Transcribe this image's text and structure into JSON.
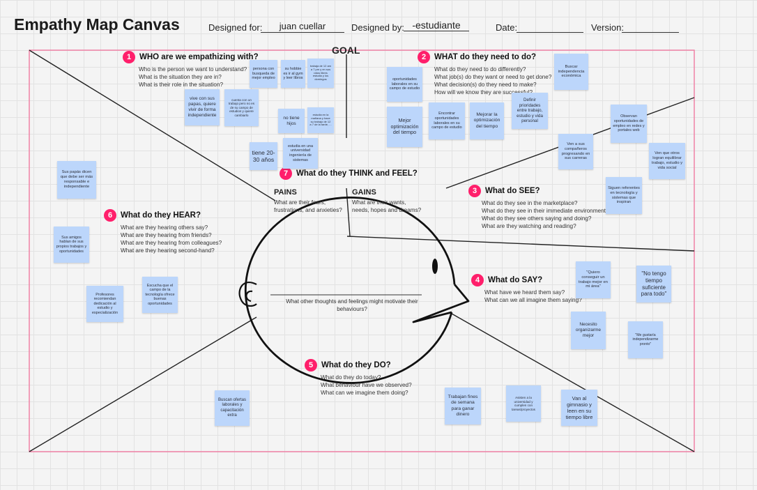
{
  "header": {
    "title": "Empathy Map Canvas",
    "designed_for_label": "Designed for:",
    "designed_for_value": "juan cuellar",
    "designed_by_label": "Designed by:",
    "designed_by_value": "-estudiante",
    "date_label": "Date:",
    "version_label": "Version:"
  },
  "goal_label": "GOAL",
  "sections": {
    "who": {
      "number": "1",
      "title": "WHO are we empathizing with?",
      "questions": [
        "Who is the person we want to understand?",
        "What is the situation they are in?",
        "What is their role in the situation?"
      ]
    },
    "need": {
      "number": "2",
      "title": "WHAT do they need to do?",
      "questions": [
        "What do they need to do differently?",
        "What job(s) do they want or need to get done?",
        "What decision(s) do they need to make?",
        "How will we know they are successful?"
      ]
    },
    "see": {
      "number": "3",
      "title": "What do SEE?",
      "questions": [
        "What do they see in the marketplace?",
        "What do they see in their immediate environment?",
        "What do they see others saying and doing?",
        "What are they watching and reading?"
      ]
    },
    "say": {
      "number": "4",
      "title": "What do SAY?",
      "questions": [
        "What have we heard them say?",
        "What can we all imagine them saying?"
      ]
    },
    "do": {
      "number": "5",
      "title": "What do they DO?",
      "questions": [
        "What do they do today?",
        "What behaviour have we observed?",
        "What can we imagine them doing?"
      ]
    },
    "hear": {
      "number": "6",
      "title": "What do they HEAR?",
      "questions": [
        "What are they hearing others say?",
        "What are they hearing from friends?",
        "What are they hearing from colleagues?",
        "What are they hearing second-hand?"
      ]
    },
    "think": {
      "number": "7",
      "title": "What do they THINK and FEEL?"
    }
  },
  "pains": {
    "title": "PAINS",
    "questions": [
      "What are their fears,",
      "frustrations, and anxieties?"
    ]
  },
  "gains": {
    "title": "GAINS",
    "questions": [
      "What are their wants,",
      "needs, hopes and dreams?"
    ]
  },
  "center_text": "What other thoughts and feelings might motivate their behaviours?",
  "stickies": [
    "persona con busqueda de mejor empleo",
    "su hobbie es ir al gym y leer libros",
    "trabaja de 12 am a 7 pm y en sus ratos libres estudia y los domingos",
    "vive con sus papas, quiere vivir de forma independiente",
    "cuenta con un trabajo pero no es de su campo de estudios y quiere cambiarlo",
    "no tiene hijos",
    "estudia en la mañana y hace su trabajo de 12 a 7 de la tarde, ...",
    "tiene 20-30 años",
    "estudia en una universidad ingeniería de sistemas",
    "oportunidades laborales en su campo de estudio",
    "Mejor optimización del tiempo",
    "Encontrar oportunidades laborales en su campo de estudio",
    "Mejorar la optimización del tiempo",
    "Buscar independencia económica",
    "Definir prioridades entre trabajo, estudio y vida personal",
    "Ven a sus compañeros progresando en sus carreras",
    "Observan oportunidades de empleo en redes y portales web",
    "Ven que otros logran equilibrar trabajo, estudio y vida social",
    "Siguen referentes en tecnología y sistemas que inspiran",
    "Sus papás dicen que debe ser más responsable e independiente",
    "Sus amigos hablan de sus propios trabajos y oportunidades",
    "Profesores recomiendan dedicación al estudio y especialización",
    "Escucha que el campo de la tecnología ofrece buenas oportunidades",
    "\"Quiero conseguir un trabajo mejor en mi área\"",
    "\"No tengo tiempo suficiente para todo\"",
    "Necesito organizarme mejor",
    "\"Me gustaría independizarme pronto\"",
    "Buscan ofertas laborales y capacitación extra",
    "Trabajan fines de semana para ganar dinero",
    "Asisten a la universidad y cumplen con tareas/proyectos",
    "Van al gimnasio y leen en su tiempo libre"
  ],
  "colors": {
    "sticky": "#bcd6fb",
    "badge": "#ff1f6b",
    "frame": "#f07aa0"
  }
}
